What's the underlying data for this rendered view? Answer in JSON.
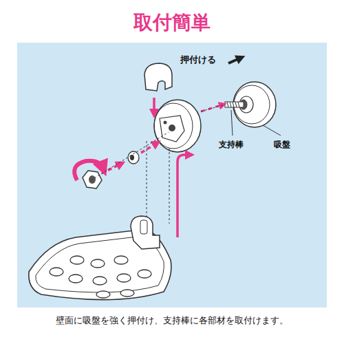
{
  "diagram": {
    "title": "取付簡単",
    "caption": "壁面に吸盤を強く押付け、支持棒に各部材を取付けます。",
    "labels": [
      "押付ける",
      "支持棒",
      "吸盤"
    ]
  }
}
